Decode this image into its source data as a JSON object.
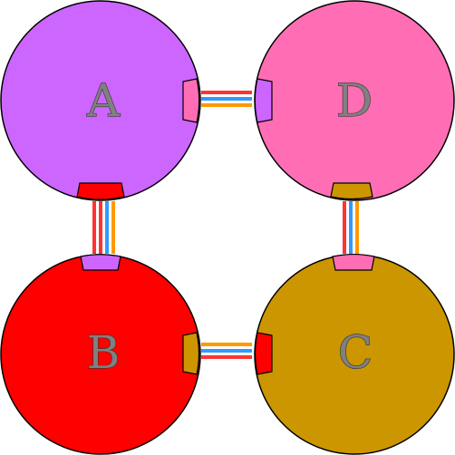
{
  "diagram": {
    "nodes": [
      {
        "id": "A",
        "label": "A",
        "color": "#cc66ff"
      },
      {
        "id": "D",
        "label": "D",
        "color": "#ff6eb4"
      },
      {
        "id": "B",
        "label": "B",
        "color": "#ff0000"
      },
      {
        "id": "C",
        "label": "C",
        "color": "#cc9600"
      }
    ],
    "edges": [
      {
        "from": "A",
        "to": "D"
      },
      {
        "from": "A",
        "to": "B"
      },
      {
        "from": "D",
        "to": "C"
      },
      {
        "from": "B",
        "to": "C"
      }
    ],
    "wire_colors": [
      "#ff3333",
      "#ffffff",
      "#3399ff",
      "#ffffff",
      "#ff9900"
    ],
    "outline_color": "#000000"
  }
}
